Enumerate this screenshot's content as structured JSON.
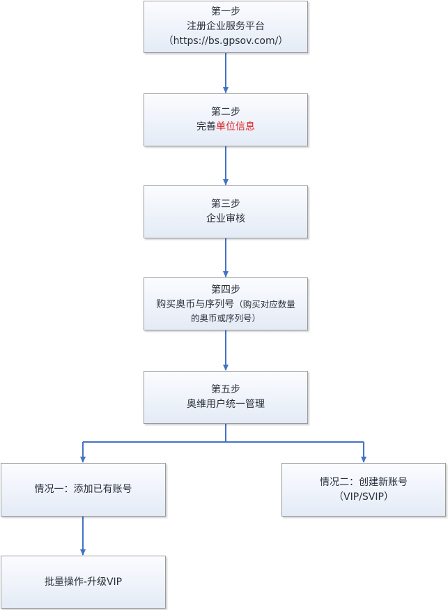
{
  "steps": {
    "step1": {
      "title": "第一步",
      "line1": "注册企业服务平台",
      "line2": "（https://bs.gpsov.com/）"
    },
    "step2": {
      "title": "第二步",
      "prefix": "完善",
      "highlight": "单位信息"
    },
    "step3": {
      "title": "第三步",
      "line1": "企业审核"
    },
    "step4": {
      "title": "第四步",
      "line1": "购买奥币与序列号",
      "note1": "（购买对应数量",
      "note2": "的奥币或序列号）"
    },
    "step5": {
      "title": "第五步",
      "line1": "奥维用户统一管理"
    }
  },
  "branches": {
    "case1": {
      "label": "情况一：添加已有账号"
    },
    "case2": {
      "line1": "情况二：创建新账号",
      "line2": "（VIP/SVIP）"
    },
    "batch": {
      "label": "批量操作-升级VIP"
    }
  },
  "colors": {
    "arrow": "#4472c4",
    "highlight": "#e02020",
    "box_border": "#9a9a9a"
  }
}
